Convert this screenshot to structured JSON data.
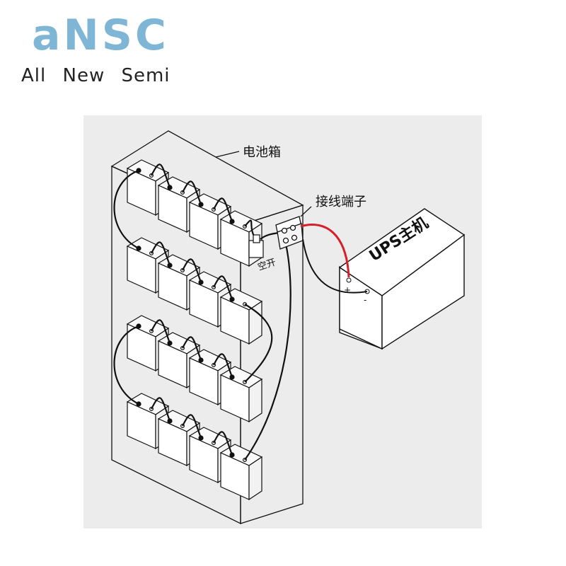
{
  "logo": {
    "mark": "aNSC",
    "tagline_words": [
      "All",
      "New",
      "Semi"
    ]
  },
  "diagram": {
    "battery_cabinet_label": "电池箱",
    "terminal_block_label": "接线端子",
    "breaker_label": "空开",
    "ups_label": "UPS主机",
    "ups_terminals": [
      "+",
      "-"
    ]
  },
  "colors": {
    "logo_blue": "#7fb6d6",
    "panel_gray": "#ececec",
    "line": "#111111",
    "positive_wire": "#d4202a"
  }
}
